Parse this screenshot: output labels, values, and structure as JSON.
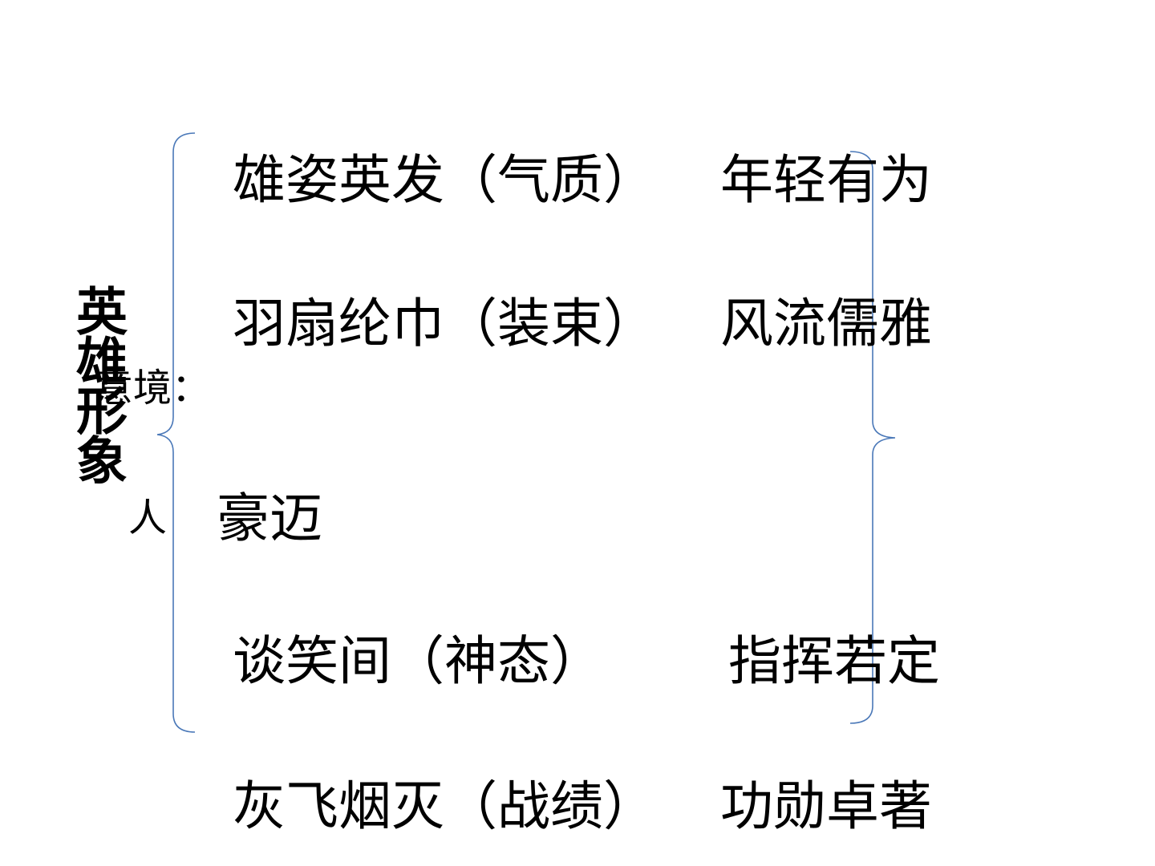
{
  "slide": {
    "title": "英雄形象",
    "label_top": "意境：",
    "label_bottom": "人",
    "rows": [
      {
        "phrase": "雄姿英发（气质）",
        "meaning": "年轻有为"
      },
      {
        "phrase": "羽扇纶巾（装束）",
        "meaning": "风流儒雅"
      },
      {
        "phrase": "豪迈",
        "meaning": ""
      },
      {
        "phrase": "谈笑间（神态）",
        "meaning": "指挥若定"
      },
      {
        "phrase": "灰飞烟灭（战绩）",
        "meaning": "功勋卓著"
      }
    ],
    "brace_color": "#4a78b8"
  }
}
